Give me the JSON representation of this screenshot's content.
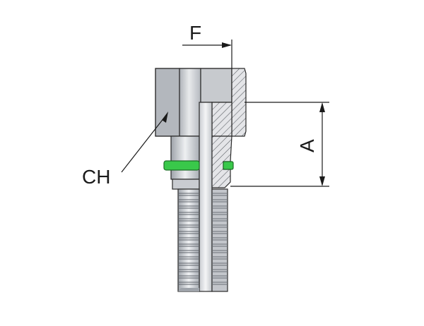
{
  "labels": {
    "F": "F",
    "A": "A",
    "CH": "CH"
  },
  "colors": {
    "seal": "#39c84a",
    "metal_light": "#e2e4e7",
    "metal_mid": "#b8bcc2",
    "metal_dark": "#8d9299",
    "hatch_bg": "#dcdde0",
    "line": "#1a1a1a"
  }
}
